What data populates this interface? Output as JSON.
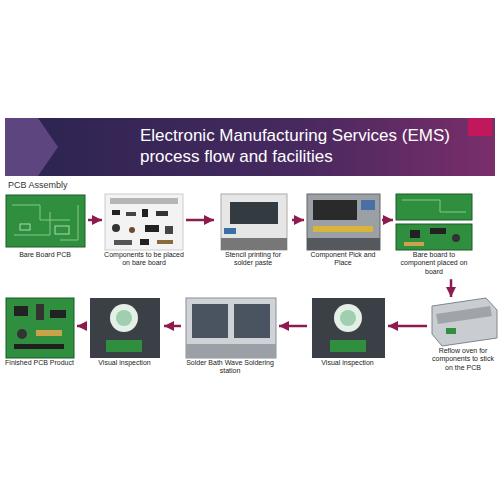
{
  "diagram": {
    "title": "Electronic Manufacturing Services (EMS) process flow and facilities",
    "nodes": [
      {
        "text": [
          "Bare Board PCB"
        ]
      },
      {
        "text": [
          "Components to be placed on bare board"
        ]
      },
      {
        "text": [
          "Stencil printing for solder paste"
        ]
      },
      {
        "text": [
          "Component Pick and Place"
        ]
      },
      {
        "text": [
          "Bare board to component placed on board"
        ]
      },
      {
        "text": [
          "Reflow oven for components to stick on the PCB"
        ]
      },
      {
        "text": [
          "Visual inspection"
        ]
      },
      {
        "text": [
          "Solder Bath Wave Soldering station"
        ]
      },
      {
        "text": [
          "Visual inspection"
        ]
      },
      {
        "text": [
          "Finished PCB Product"
        ]
      }
    ],
    "edges": [
      {
        "from": 0,
        "to": 1,
        "arrow": "to"
      },
      {
        "from": 1,
        "to": 2,
        "arrow": "to"
      },
      {
        "from": 2,
        "to": 3,
        "arrow": "to"
      },
      {
        "from": 3,
        "to": 4,
        "arrow": "to"
      },
      {
        "from": 4,
        "to": 5,
        "arrow": "to"
      },
      {
        "from": 5,
        "to": 6,
        "arrow": "to"
      },
      {
        "from": 6,
        "to": 7,
        "arrow": "to"
      },
      {
        "from": 7,
        "to": 8,
        "arrow": "to"
      },
      {
        "from": 8,
        "to": 9,
        "arrow": "to"
      }
    ],
    "labels": [
      "PCB Assembly"
    ]
  }
}
